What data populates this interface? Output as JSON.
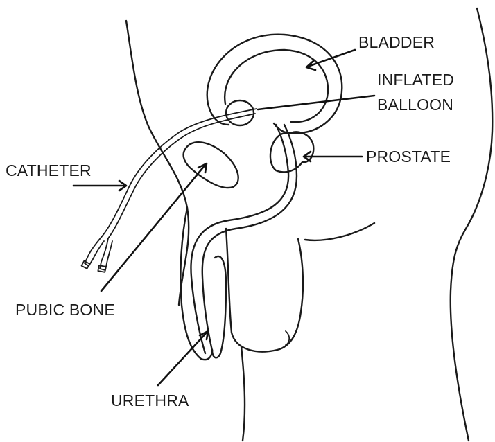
{
  "labels": {
    "bladder": "BLADDER",
    "inflated_balloon_line1": "INFLATED",
    "inflated_balloon_line2": "BALLOON",
    "prostate": "PROSTATE",
    "catheter": "CATHETER",
    "pubic_bone": "PUBIC BONE",
    "urethra": "URETHRA"
  },
  "colors": {
    "stroke": "#1a1a1a",
    "background": "#ffffff"
  }
}
